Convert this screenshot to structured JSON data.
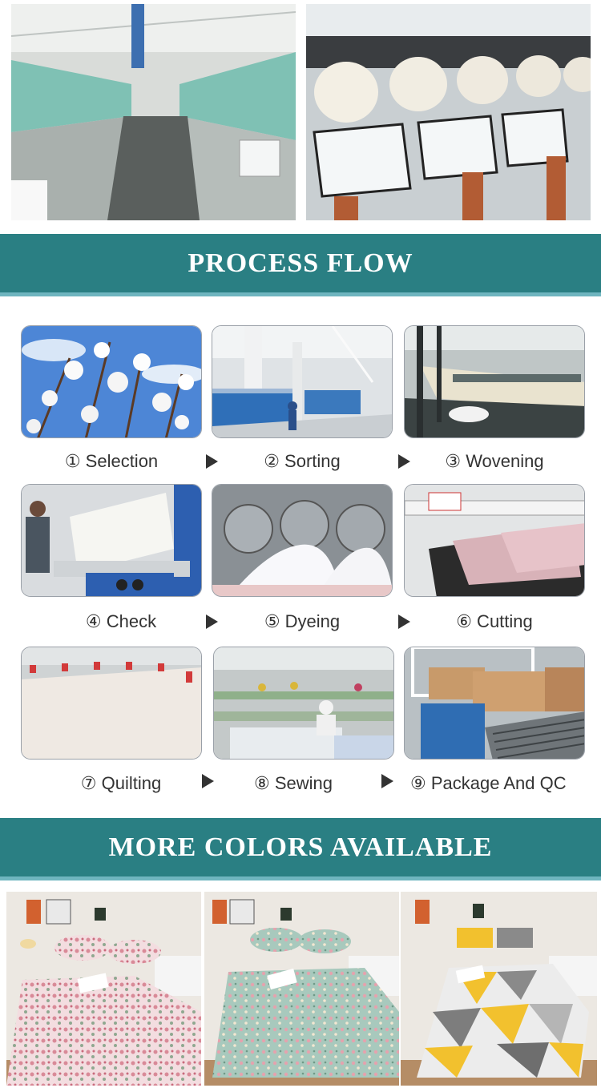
{
  "banners": {
    "process_flow": "PROCESS FLOW",
    "more_colors": "MORE COLORS AVAILABLE"
  },
  "top_photos": [
    {
      "name": "embroidery-workshop-photo"
    },
    {
      "name": "spinning-machine-photo"
    }
  ],
  "steps": [
    {
      "label": "① Selection"
    },
    {
      "label": "② Sorting"
    },
    {
      "label": "③ Wovening"
    },
    {
      "label": "④ Check"
    },
    {
      "label": "⑤ Dyeing"
    },
    {
      "label": "⑥ Cutting"
    },
    {
      "label": "⑦ Quilting"
    },
    {
      "label": "⑧ Sewing"
    },
    {
      "label": "⑨ Package And QC"
    }
  ],
  "product_photos": [
    {
      "name": "pink-floral-bedsheet-photo"
    },
    {
      "name": "green-floral-bedsheet-photo"
    },
    {
      "name": "yellow-geometric-bedsheet-photo"
    }
  ],
  "colors": {
    "banner_bg": "#2a7f83",
    "banner_border": "#6fb5bf"
  }
}
